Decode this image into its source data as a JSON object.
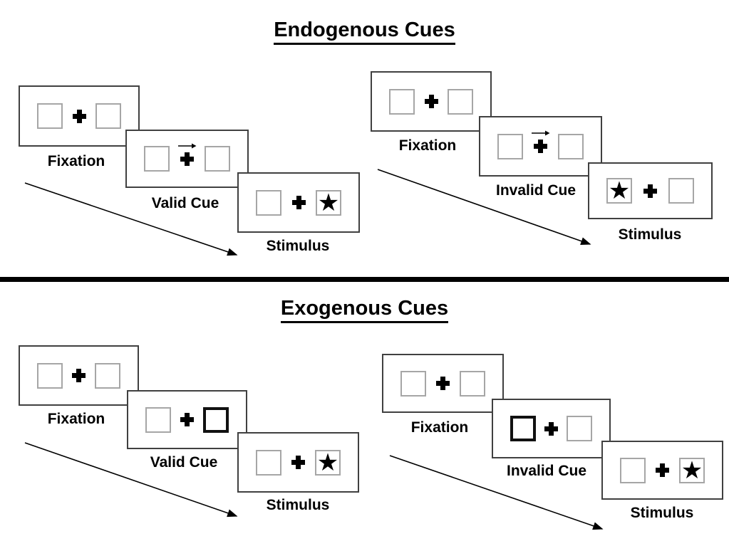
{
  "sections": [
    {
      "id": "endogenous",
      "title": "Endogenous Cues",
      "groups": [
        {
          "id": "endogenous-valid",
          "steps": [
            {
              "label": "Fixation",
              "cue": "none",
              "star_position": "none"
            },
            {
              "label": "Valid Cue",
              "cue": "central-arrow-right",
              "star_position": "none"
            },
            {
              "label": "Stimulus",
              "cue": "none",
              "star_position": "right"
            }
          ]
        },
        {
          "id": "endogenous-invalid",
          "steps": [
            {
              "label": "Fixation",
              "cue": "none",
              "star_position": "none"
            },
            {
              "label": "Invalid Cue",
              "cue": "central-arrow-right",
              "star_position": "none"
            },
            {
              "label": "Stimulus",
              "cue": "none",
              "star_position": "left"
            }
          ]
        }
      ]
    },
    {
      "id": "exogenous",
      "title": "Exogenous Cues",
      "groups": [
        {
          "id": "exogenous-valid",
          "steps": [
            {
              "label": "Fixation",
              "cue": "none",
              "star_position": "none"
            },
            {
              "label": "Valid Cue",
              "cue": "peripheral-box-right",
              "star_position": "none"
            },
            {
              "label": "Stimulus",
              "cue": "none",
              "star_position": "right"
            }
          ]
        },
        {
          "id": "exogenous-invalid",
          "steps": [
            {
              "label": "Fixation",
              "cue": "none",
              "star_position": "none"
            },
            {
              "label": "Invalid Cue",
              "cue": "peripheral-box-left",
              "star_position": "none"
            },
            {
              "label": "Stimulus",
              "cue": "none",
              "star_position": "right"
            }
          ]
        }
      ]
    }
  ],
  "icons": {
    "star": "★",
    "fixation_cross": "heavy-plus-cross",
    "cue_arrow": "thin-right-arrow",
    "timeline_arrow": "diagonal-down-right-arrow"
  },
  "colors": {
    "background": "#ffffff",
    "panel_border": "#404040",
    "placeholder_box_border": "#a6a6a6",
    "cue_box_border": "#111111",
    "divider": "#000000",
    "text": "#000000"
  }
}
